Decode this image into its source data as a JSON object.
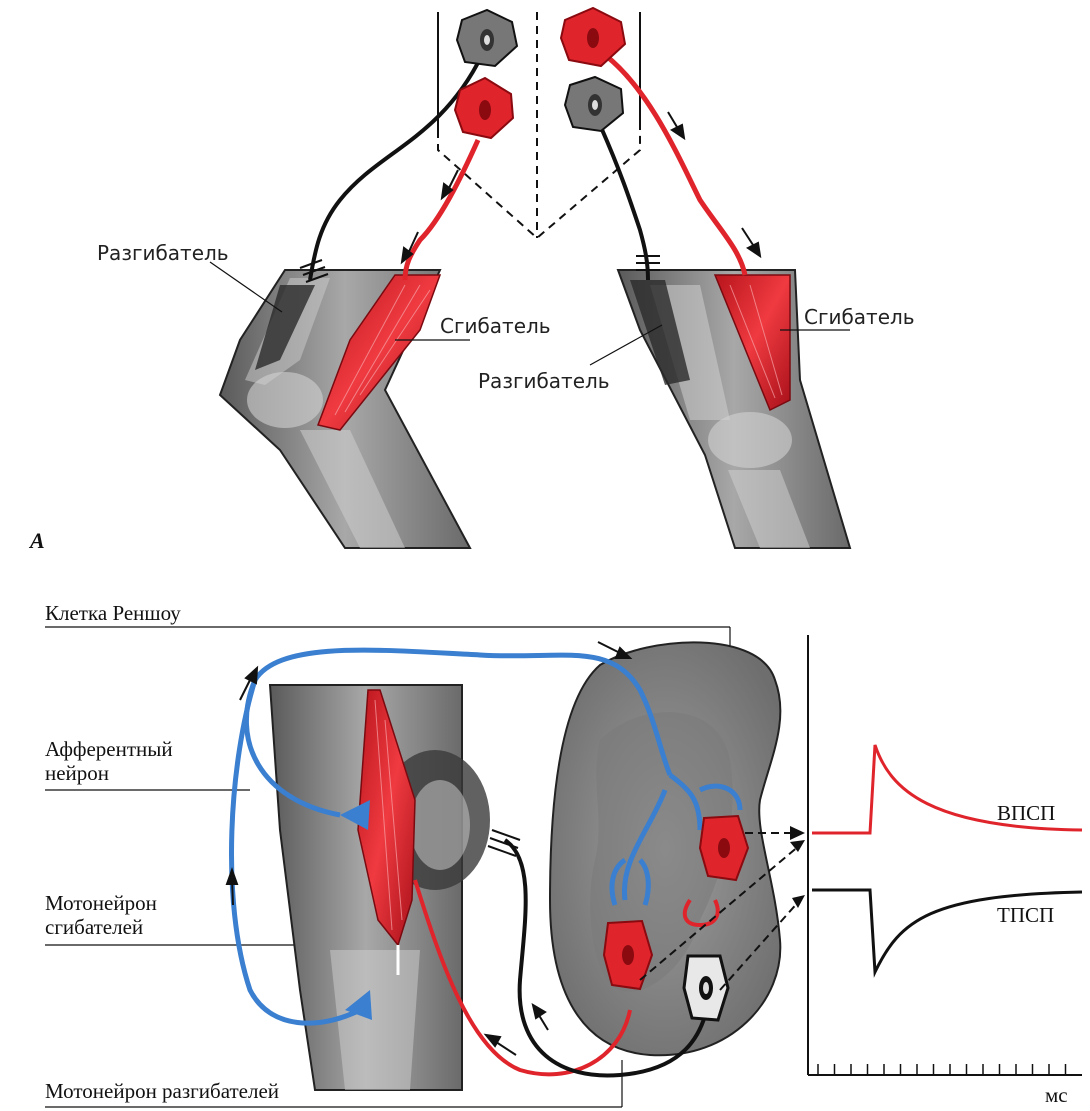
{
  "panel_a": {
    "panel_letter": "А",
    "left_leg": {
      "extensor_label": "Разгибатель",
      "flexor_label": "Сгибатель"
    },
    "right_leg": {
      "extensor_label": "Разгибатель",
      "flexor_label": "Сгибатель"
    }
  },
  "panel_b": {
    "renshaw_label": "Клетка Реншоу",
    "afferent_label_line1": "Афферентный",
    "afferent_label_line2": "нейрон",
    "flexor_motoneuron_line1": "Мотонейрон",
    "flexor_motoneuron_line2": "сгибателей",
    "extensor_motoneuron_label": "Мотонейрон разгибателей",
    "epsp_label": "ВПСП",
    "ipsp_label": "ТПСП",
    "time_unit_label": "мс"
  },
  "colors": {
    "excitatory": "#e0242c",
    "afferent": "#3a7fd0",
    "inhibitory": "#111111",
    "tissue": "#8c8c8c",
    "cord": "#9a9a9a"
  },
  "icons": {
    "excitatory_neuron": "red-neuron-icon",
    "inhibitory_neuron": "gray-neuron-icon",
    "flow_arrow": "arrow-icon"
  }
}
